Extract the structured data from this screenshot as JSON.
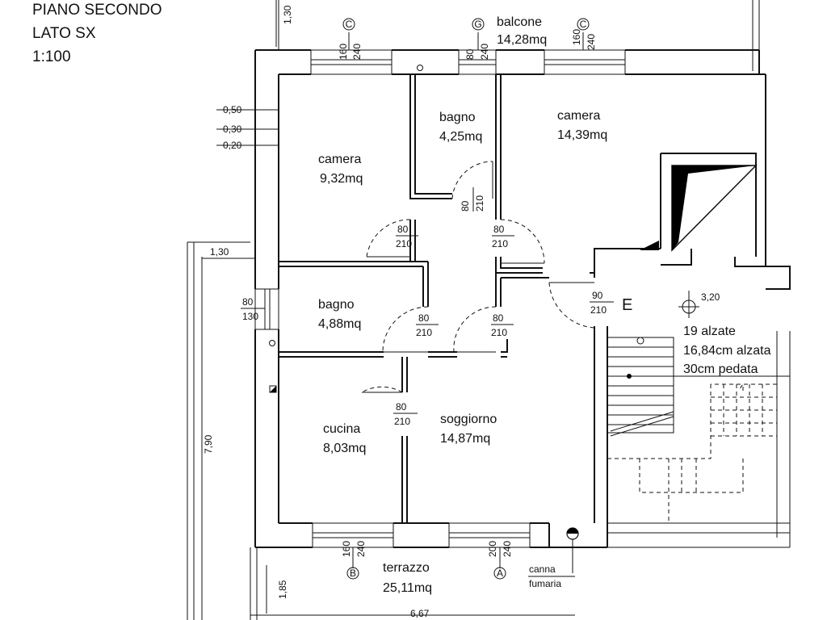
{
  "title": {
    "line1": "PIANO SECONDO",
    "line2": "LATO SX",
    "scale": "1:100"
  },
  "rooms": [
    {
      "id": "camera-left",
      "name": "camera",
      "area": "9,32mq"
    },
    {
      "id": "bagno-top",
      "name": "bagno",
      "area": "4,25mq"
    },
    {
      "id": "camera-right",
      "name": "camera",
      "area": "14,39mq"
    },
    {
      "id": "bagno-mid",
      "name": "bagno",
      "area": "4,88mq"
    },
    {
      "id": "cucina",
      "name": "cucina",
      "area": "8,03mq"
    },
    {
      "id": "soggiorno",
      "name": "soggiorno",
      "area": "14,87mq"
    },
    {
      "id": "balcone",
      "name": "balcone",
      "area": "14,28mq"
    },
    {
      "id": "terrazzo",
      "name": "terrazzo",
      "area": "25,11mq"
    }
  ],
  "doors": [
    {
      "top": "80",
      "bottom": "210"
    },
    {
      "top": "80",
      "bottom": "210"
    },
    {
      "top": "80",
      "bottom": "210"
    },
    {
      "top": "80",
      "bottom": "210"
    },
    {
      "top": "80",
      "bottom": "210"
    },
    {
      "top": "80",
      "bottom": "210"
    },
    {
      "top": "90",
      "bottom": "210"
    },
    {
      "top": "80",
      "bottom": "130"
    }
  ],
  "windows": [
    {
      "code": "C",
      "w": "160",
      "h": "240"
    },
    {
      "code": "G",
      "w": "80",
      "h": "240"
    },
    {
      "code": "C",
      "w": "160",
      "h": "240"
    },
    {
      "code": "B",
      "w": "160",
      "h": "240"
    },
    {
      "code": "A",
      "w": "200",
      "h": "240"
    }
  ],
  "dimensions": {
    "top": "1,30",
    "left_a": "0,50",
    "left_b": "0,30",
    "left_c": "0,20",
    "side": "1,30",
    "height": "7,90",
    "bottom_a": "1,85",
    "bottom_b": "6,67",
    "mark": "3,20"
  },
  "entrance": "E",
  "stairs": {
    "risers": "19 alzate",
    "riser_height": "16,84cm alzata",
    "tread": "30cm pedata"
  },
  "flue": {
    "line1": "canna",
    "line2": "fumaria"
  }
}
